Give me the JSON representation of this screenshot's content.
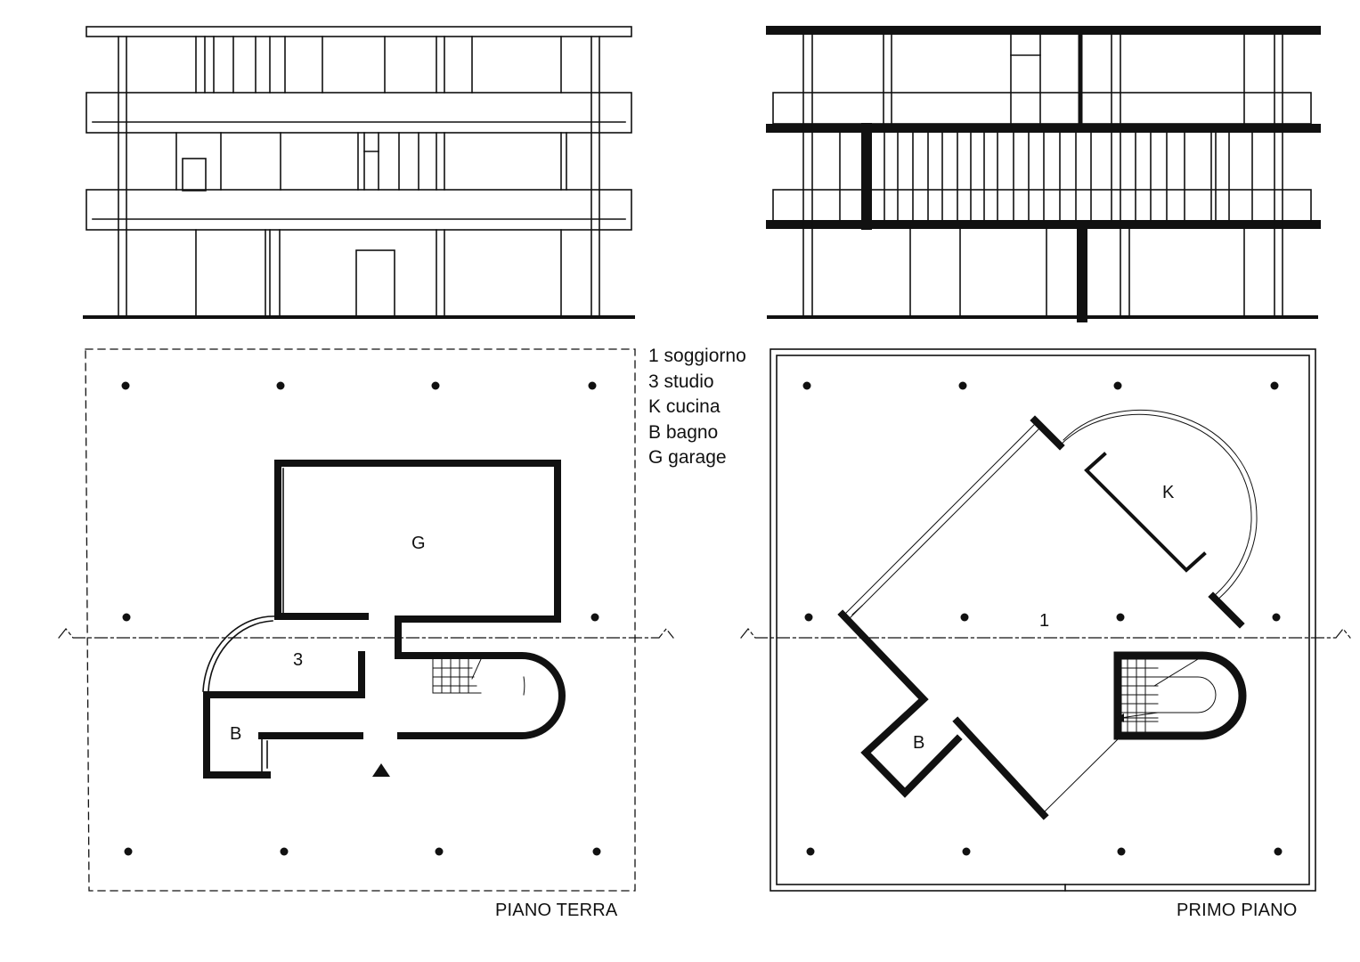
{
  "legend": [
    "1 soggiorno",
    "3 studio",
    "K cucina",
    "B bagno",
    "G garage"
  ],
  "ground_floor": {
    "caption": "PIANO TERRA",
    "rooms": {
      "garage": "G",
      "studio": "3",
      "bathroom": "B"
    }
  },
  "first_floor": {
    "caption": "PRIMO PIANO",
    "rooms": {
      "living": "1",
      "kitchen": "K",
      "bathroom": "B"
    }
  },
  "colors": {
    "ink": "#111111",
    "paper": "#ffffff"
  }
}
